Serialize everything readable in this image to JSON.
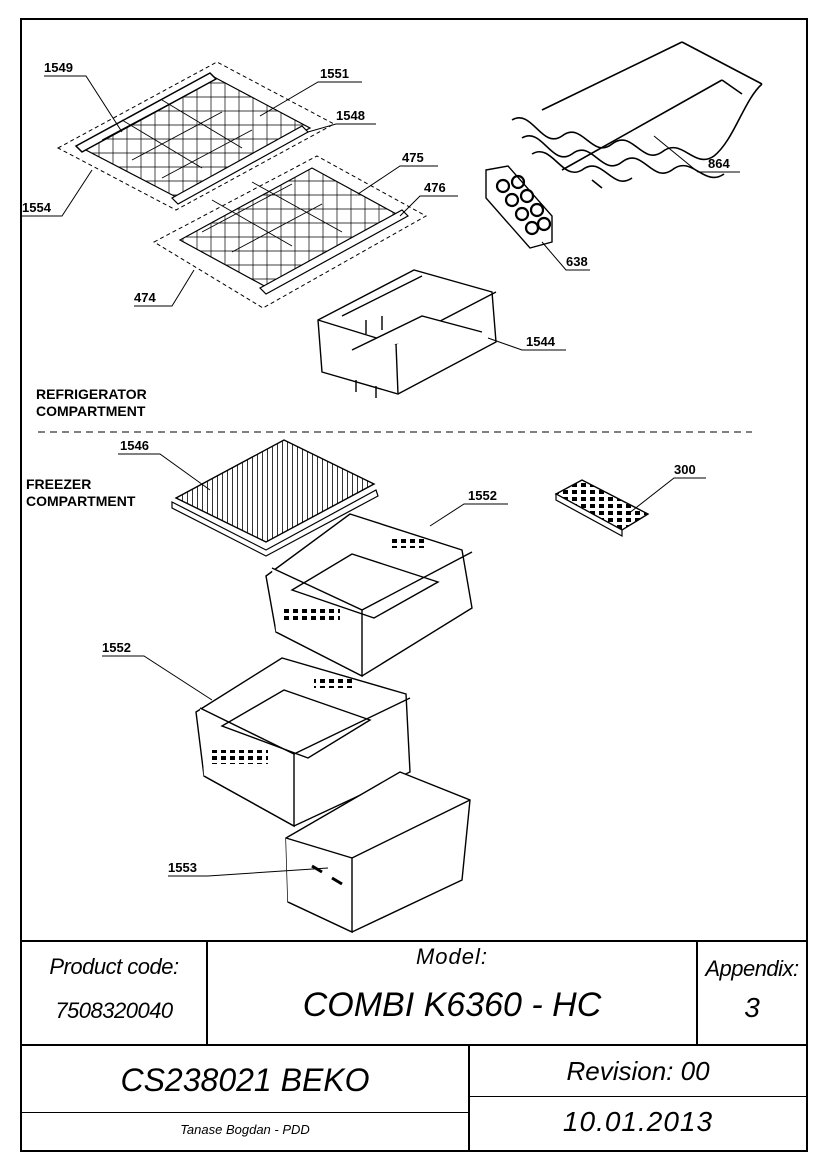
{
  "parts": {
    "p1549": "1549",
    "p1551": "1551",
    "p1548": "1548",
    "p475": "475",
    "p476": "476",
    "p1554": "1554",
    "p474": "474",
    "p864": "864",
    "p638": "638",
    "p1544": "1544",
    "p1546": "1546",
    "p300": "300",
    "p1552a": "1552",
    "p1552b": "1552",
    "p1553": "1553"
  },
  "sections": {
    "refrigerator": [
      "REFRIGERATOR",
      "COMPARTMENT"
    ],
    "freezer": [
      "FREEZER",
      "COMPARTMENT"
    ]
  },
  "title_block": {
    "product_code_label": "Product code:",
    "product_code": "7508320040",
    "model_label": "Model:",
    "model": "COMBI K6360 - HC",
    "appendix_label": "Appendix:",
    "appendix": "3",
    "document": "CS238021 BEKO",
    "revision": "Revision: 00",
    "author": "Tanase Bogdan - PDD",
    "date": "10.01.2013"
  }
}
